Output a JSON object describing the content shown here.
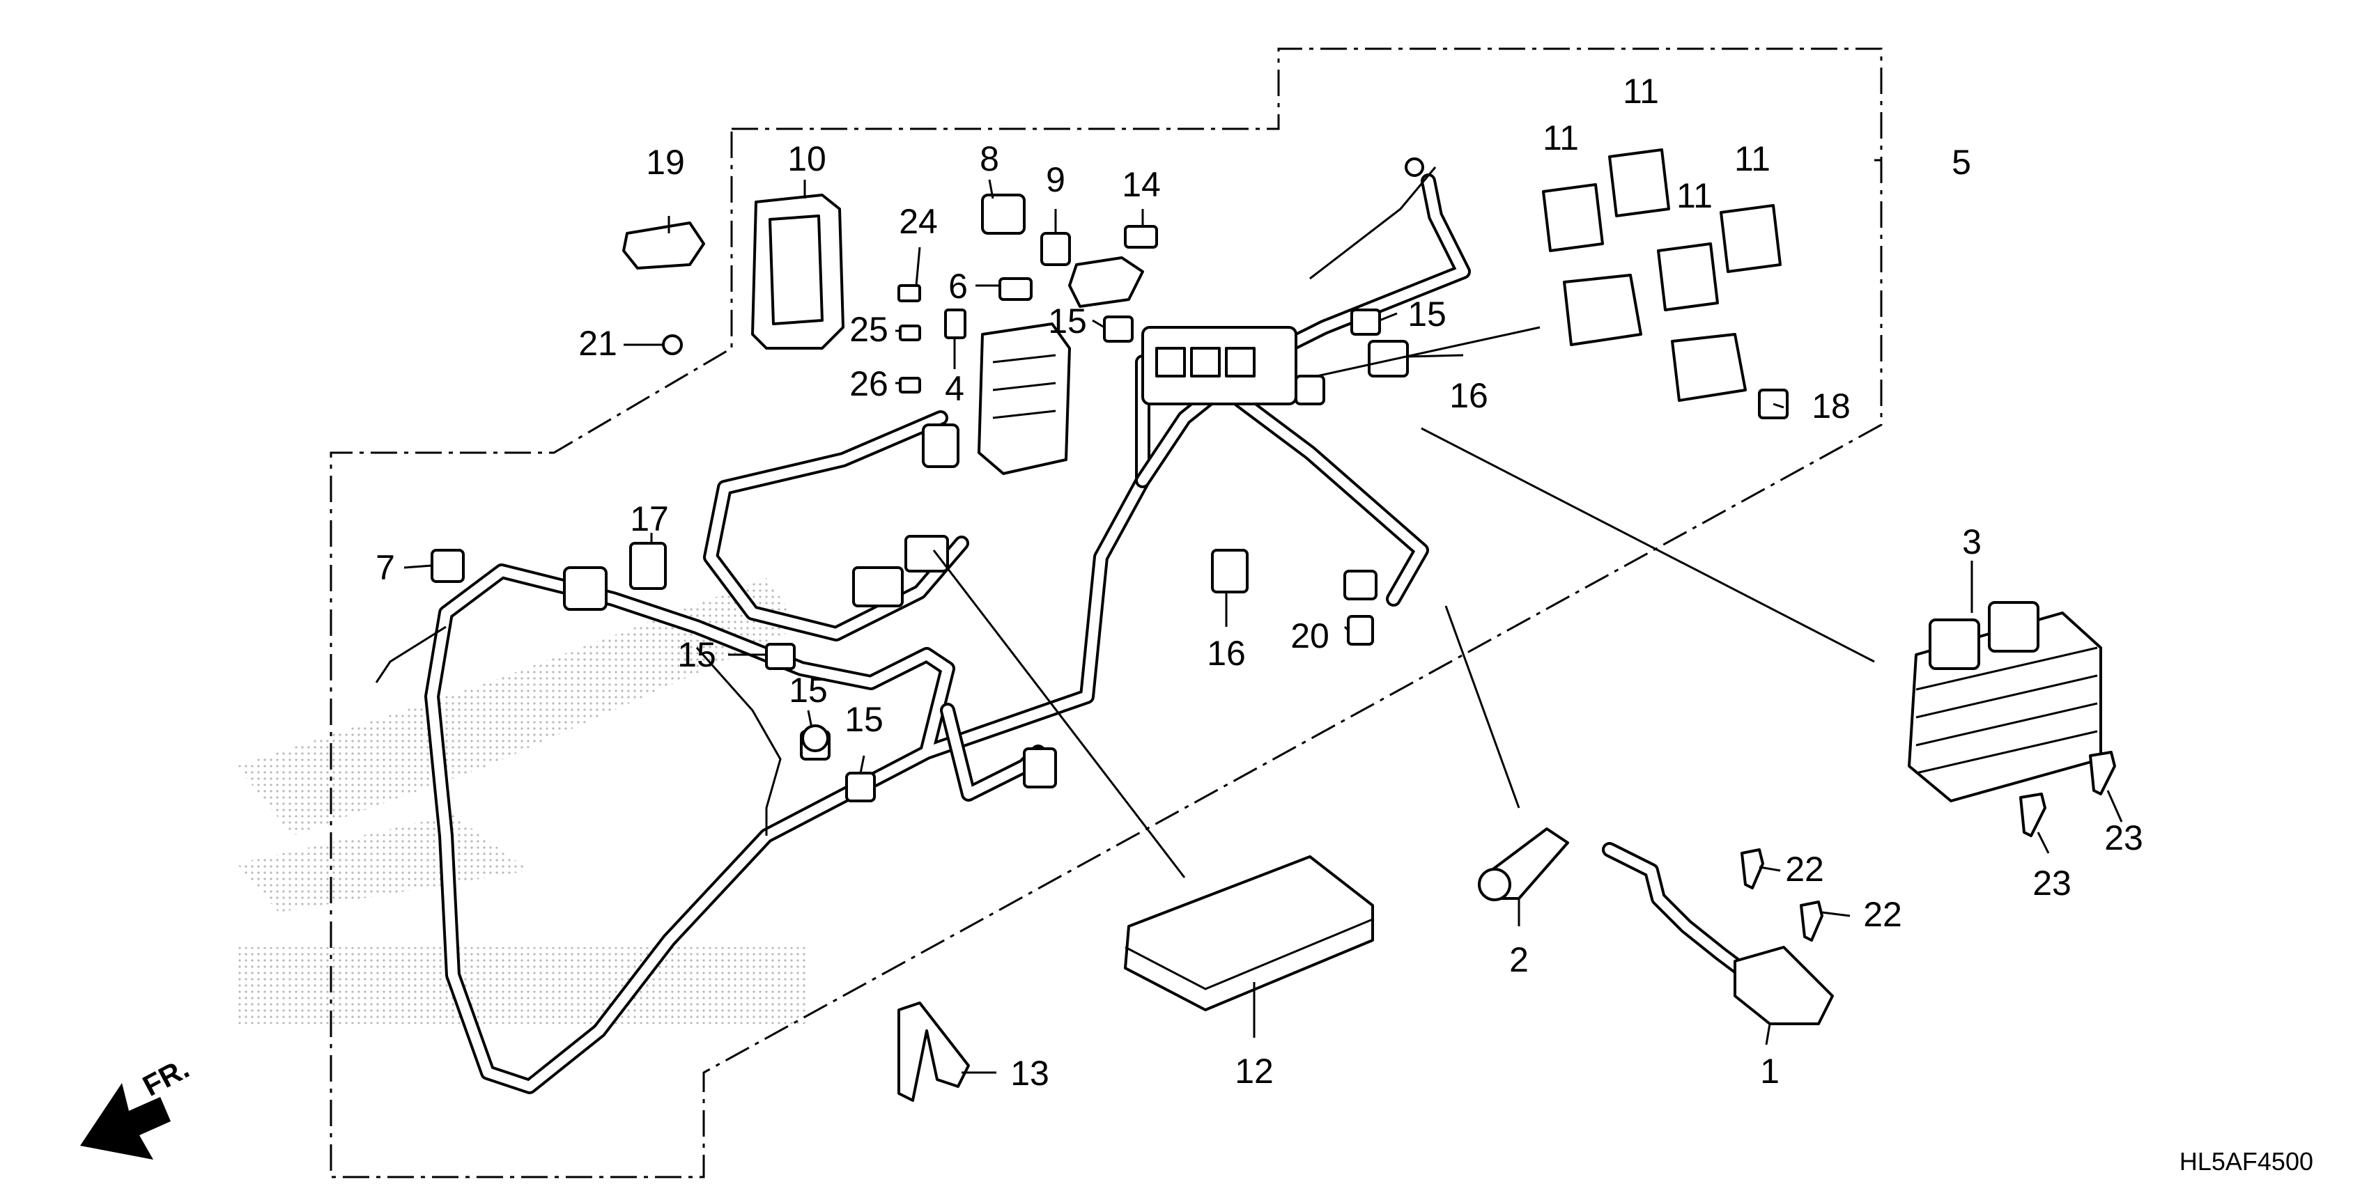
{
  "diagram": {
    "figure_code": "HL5AF4500",
    "direction_label": "FR.",
    "callouts": {
      "c1": "1",
      "c2": "2",
      "c3": "3",
      "c4": "4",
      "c5": "5",
      "c6": "6",
      "c7": "7",
      "c8": "8",
      "c9": "9",
      "c10": "10",
      "c11": "11",
      "c12": "12",
      "c13": "13",
      "c14": "14",
      "c15": "15",
      "c16": "16",
      "c17": "17",
      "c18": "18",
      "c19": "19",
      "c20": "20",
      "c21": "21",
      "c22": "22",
      "c23": "23",
      "c24": "24",
      "c25": "25",
      "c26": "26"
    },
    "colors": {
      "line": "#000000",
      "background": "#ffffff",
      "watermark_dots": "#b8b8b8"
    }
  }
}
